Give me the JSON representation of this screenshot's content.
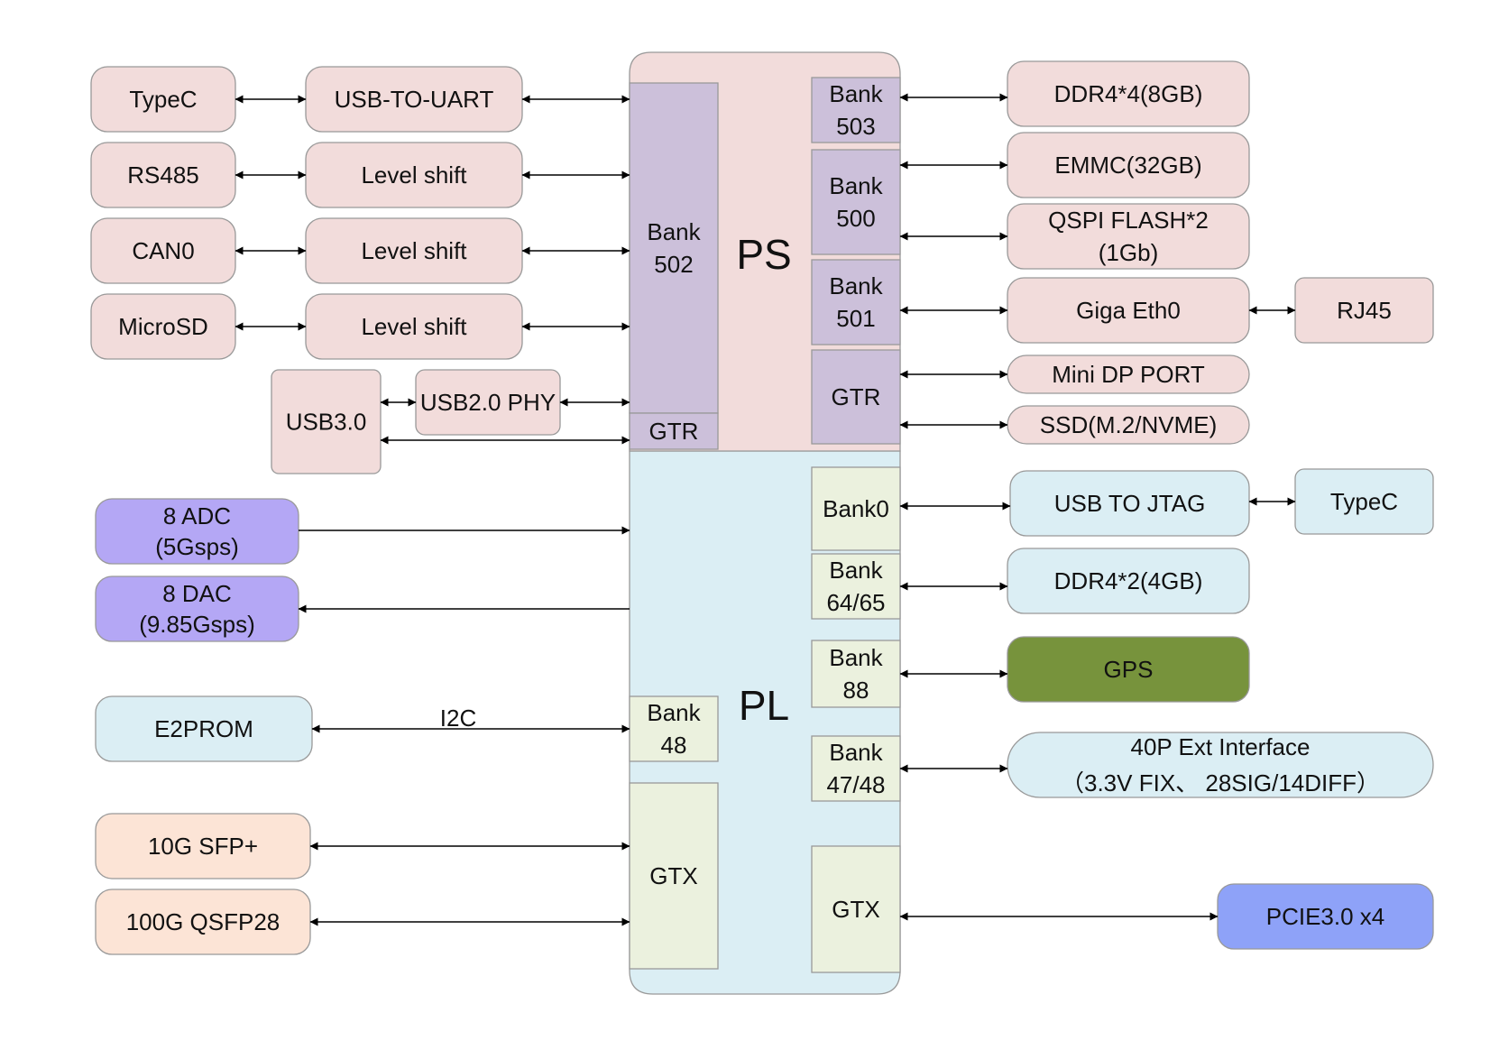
{
  "colors": {
    "ps_region": "#f2dcdb",
    "pl_region": "#dbeef4",
    "bank_purple": "#ccc0da",
    "bank_green": "#ebf1de",
    "peripheral_pink": "#f2dcdb",
    "peripheral_blue": "#dbeef4",
    "peripheral_violet": "#b4a7f5",
    "peripheral_peach": "#fce4d6",
    "peripheral_olive": "#77933c",
    "peripheral_periwinkle": "#8ea2f8",
    "border": "#999999",
    "line": "#000000"
  },
  "chip": {
    "ps_label": "PS",
    "pl_label": "PL",
    "banks": {
      "bank502": [
        "Bank",
        "502"
      ],
      "gtr_left": [
        "GTR"
      ],
      "bank503": [
        "Bank",
        "503"
      ],
      "bank500": [
        "Bank",
        "500"
      ],
      "bank501": [
        "Bank",
        "501"
      ],
      "gtr_right": [
        "GTR"
      ],
      "bank0": [
        "Bank0"
      ],
      "bank6465": [
        "Bank",
        "64/65"
      ],
      "bank88": [
        "Bank",
        "88"
      ],
      "bank4748": [
        "Bank",
        "47/48"
      ],
      "gtx_right": [
        "GTX"
      ],
      "bank48": [
        "Bank",
        "48"
      ],
      "gtx_left": [
        "GTX"
      ]
    }
  },
  "peripherals": {
    "typec_uart": [
      "TypeC"
    ],
    "usb_to_uart": [
      "USB-TO-UART"
    ],
    "rs485": [
      "RS485"
    ],
    "level_shift_1": [
      "Level shift"
    ],
    "can0": [
      "CAN0"
    ],
    "level_shift_2": [
      "Level shift"
    ],
    "microsd": [
      "MicroSD"
    ],
    "level_shift_3": [
      "Level shift"
    ],
    "usb30": [
      "USB3.0"
    ],
    "usb20_phy": [
      "USB2.0 PHY"
    ],
    "adc": [
      "8 ADC",
      "(5Gsps)"
    ],
    "dac": [
      "8 DAC",
      "(9.85Gsps)"
    ],
    "e2prom": [
      "E2PROM"
    ],
    "sfp": [
      "10G SFP+"
    ],
    "qsfp": [
      "100G QSFP28"
    ],
    "ddr4_ps": [
      "DDR4*4(8GB)"
    ],
    "emmc": [
      "EMMC(32GB)"
    ],
    "qspi": [
      "QSPI FLASH*2",
      "(1Gb)"
    ],
    "giga_eth": [
      "Giga Eth0"
    ],
    "rj45": [
      "RJ45"
    ],
    "minidp": [
      "Mini DP PORT"
    ],
    "ssd": [
      "SSD(M.2/NVME)"
    ],
    "usb_jtag": [
      "USB TO JTAG"
    ],
    "typec_jtag": [
      "TypeC"
    ],
    "ddr4_pl": [
      "DDR4*2(4GB)"
    ],
    "gps": [
      "GPS"
    ],
    "ext40p": [
      "40P Ext Interface",
      "（3.3V FIX、 28SIG/14DIFF）"
    ],
    "pcie": [
      "PCIE3.0 x4"
    ]
  },
  "bus_labels": {
    "i2c": "I2C"
  }
}
